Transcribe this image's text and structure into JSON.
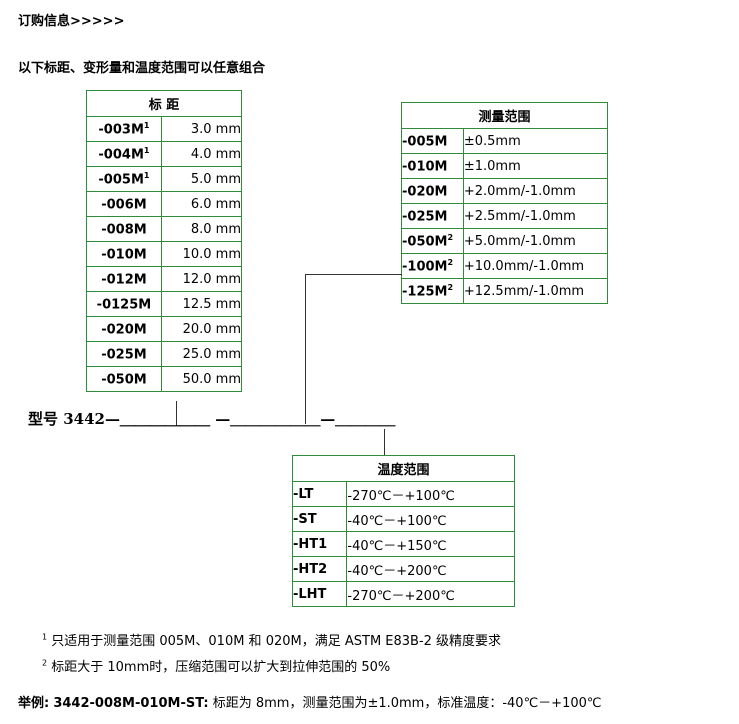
{
  "header": {
    "title": "订购信息>>>>>",
    "subtitle": "以下标距、变形量和温度范围可以任意组合"
  },
  "gauge_table": {
    "header": "标 距",
    "rows": [
      {
        "code": "-003M",
        "sup": "1",
        "value": "3.0  mm"
      },
      {
        "code": "-004M",
        "sup": "1",
        "value": "4.0  mm"
      },
      {
        "code": "-005M",
        "sup": "1",
        "value": "5.0  mm"
      },
      {
        "code": "-006M",
        "sup": "",
        "value": "6.0  mm"
      },
      {
        "code": "-008M",
        "sup": "",
        "value": "8.0  mm"
      },
      {
        "code": "-010M",
        "sup": "",
        "value": "10.0  mm"
      },
      {
        "code": "-012M",
        "sup": "",
        "value": "12.0  mm"
      },
      {
        "code": "-0125M",
        "sup": "",
        "value": "12.5  mm"
      },
      {
        "code": "-020M",
        "sup": "",
        "value": "20.0  mm"
      },
      {
        "code": "-025M",
        "sup": "",
        "value": "25.0  mm"
      },
      {
        "code": "-050M",
        "sup": "",
        "value": "50.0  mm"
      }
    ]
  },
  "range_table": {
    "header": "测量范围",
    "rows": [
      {
        "code": "-005M",
        "sup": "",
        "value": "±0.5mm"
      },
      {
        "code": "-010M",
        "sup": "",
        "value": "±1.0mm"
      },
      {
        "code": "-020M",
        "sup": "",
        "value": "+2.0mm/-1.0mm"
      },
      {
        "code": "-025M",
        "sup": "",
        "value": "+2.5mm/-1.0mm"
      },
      {
        "code": "-050M",
        "sup": "2",
        "value": "+5.0mm/-1.0mm"
      },
      {
        "code": "-100M",
        "sup": "2",
        "value": "+10.0mm/-1.0mm"
      },
      {
        "code": "-125M",
        "sup": "2",
        "value": "+12.5mm/-1.0mm"
      }
    ]
  },
  "temp_table": {
    "header": "温度范围",
    "rows": [
      {
        "code": "-LT",
        "value": "-270℃－+100℃"
      },
      {
        "code": "-ST",
        "value": "-40℃－+100℃"
      },
      {
        "code": "-HT1",
        "value": "-40℃－+150℃"
      },
      {
        "code": "-HT2",
        "value": "-40℃－+200℃"
      },
      {
        "code": "-LHT",
        "value": "-270℃－+200℃"
      }
    ]
  },
  "model": {
    "label": "型号 3442—＿＿＿＿＿＿ —＿＿＿＿＿＿—＿＿＿＿"
  },
  "notes": {
    "n1_sup": "1",
    "n1": "只适用于测量范围 005M、010M 和 020M，满足 ASTM E83B-2 级精度要求",
    "n2_sup": "2",
    "n2": "标距大于 10mm时，压缩范围可以扩大到拉伸范围的 50%"
  },
  "example": {
    "label": "举例:",
    "code": "3442-008M-010M-ST:",
    "text": "标距为 8mm，测量范围为±1.0mm，标准温度：-40℃－+100℃"
  },
  "colors": {
    "border": "#2e8b3a"
  }
}
